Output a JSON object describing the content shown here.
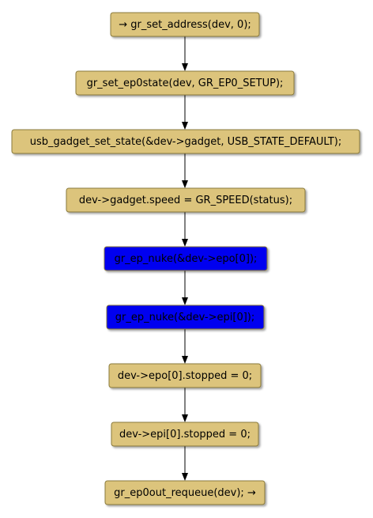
{
  "colors": {
    "normal_fill": "#dcc47c",
    "highlight_fill": "#0000f0",
    "text": "#000000",
    "edge": "#000000"
  },
  "nodes": [
    {
      "label": "→ gr_set_address(dev, 0);",
      "highlight": false
    },
    {
      "label": "gr_set_ep0state(dev, GR_EP0_SETUP);",
      "highlight": false
    },
    {
      "label": "usb_gadget_set_state(&dev->gadget, USB_STATE_DEFAULT);",
      "highlight": false
    },
    {
      "label": "dev->gadget.speed = GR_SPEED(status);",
      "highlight": false
    },
    {
      "label": "gr_ep_nuke(&dev->epo[0]);",
      "highlight": true
    },
    {
      "label": "gr_ep_nuke(&dev->epi[0]);",
      "highlight": true
    },
    {
      "label": "dev->epo[0].stopped = 0;",
      "highlight": false
    },
    {
      "label": "dev->epi[0].stopped = 0;",
      "highlight": false
    },
    {
      "label": "gr_ep0out_requeue(dev); →",
      "highlight": false
    }
  ]
}
